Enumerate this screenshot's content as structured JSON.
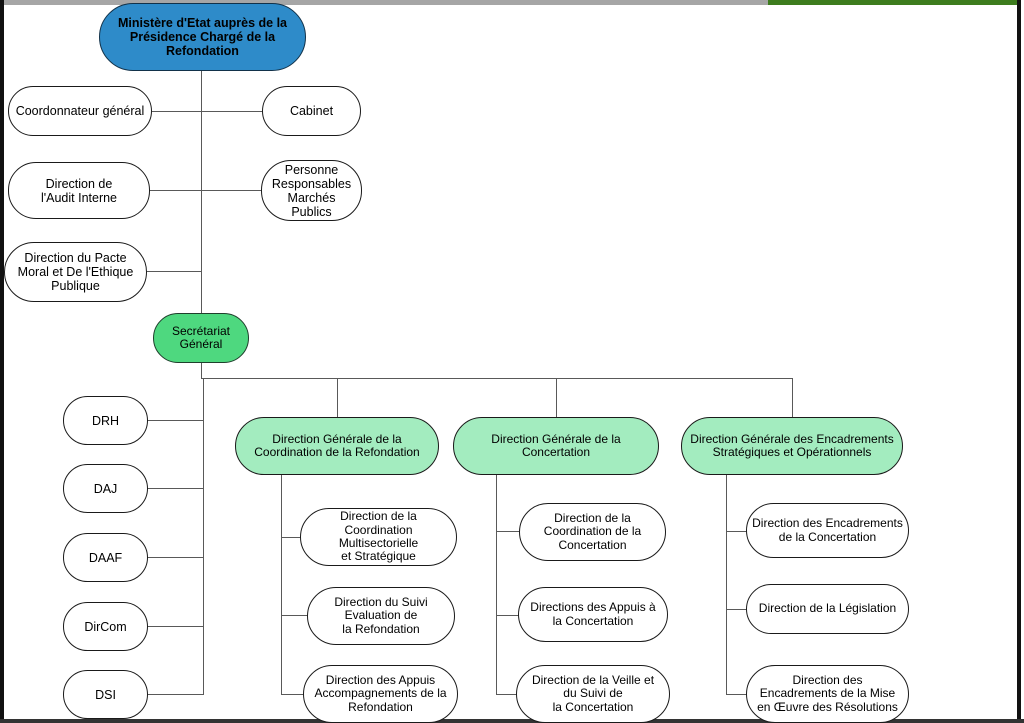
{
  "document": {
    "title": "Organigramme - Ministère d'Etat auprès de la Présidence Chargé de la Refondation",
    "frame": {
      "top_bar_color": "#a6a6a6",
      "top_bar_accent_color": "#3d7c1e",
      "border_color": "#111111"
    }
  },
  "colors": {
    "root_fill": "#2e8bc9",
    "secretariat_fill": "#4ed87f",
    "direction_generale_fill": "#a3ecbf",
    "node_fill": "#ffffff",
    "line": "#595959",
    "text": "#000000"
  },
  "chart_data": {
    "type": "diagram",
    "title": "Organigramme du Ministère d'Etat auprès de la Présidence Chargé de la Refondation",
    "nodes": [
      {
        "id": "root",
        "label": "Ministère d'Etat auprès de la\nPrésidence Chargé de la\nRefondation",
        "level": 0,
        "fill": "#2e8bc9"
      },
      {
        "id": "coordonnateur",
        "label": "Coordonnateur général",
        "level": 1,
        "fill": "#ffffff"
      },
      {
        "id": "cabinet",
        "label": "Cabinet",
        "level": 1,
        "fill": "#ffffff"
      },
      {
        "id": "audit",
        "label": "Direction de\nl'Audit Interne",
        "level": 1,
        "fill": "#ffffff"
      },
      {
        "id": "prmp",
        "label": "Personne\nResponsables\nMarchés Publics",
        "level": 1,
        "fill": "#ffffff"
      },
      {
        "id": "pacte",
        "label": "Direction du Pacte\nMoral et De l'Ethique\nPublique",
        "level": 1,
        "fill": "#ffffff"
      },
      {
        "id": "sg",
        "label": "Secrétariat\nGénéral",
        "level": 1,
        "fill": "#4ed87f"
      },
      {
        "id": "drh",
        "label": "DRH",
        "level": 2,
        "fill": "#ffffff"
      },
      {
        "id": "daj",
        "label": "DAJ",
        "level": 2,
        "fill": "#ffffff"
      },
      {
        "id": "daaf",
        "label": "DAAF",
        "level": 2,
        "fill": "#ffffff"
      },
      {
        "id": "dircom",
        "label": "DirCom",
        "level": 2,
        "fill": "#ffffff"
      },
      {
        "id": "dsi",
        "label": "DSI",
        "level": 2,
        "fill": "#ffffff"
      },
      {
        "id": "dg1",
        "label": "Direction Générale de la\nCoordination de la Refondation",
        "level": 2,
        "fill": "#a3ecbf"
      },
      {
        "id": "dg2",
        "label": "Direction Générale de la\nConcertation",
        "level": 2,
        "fill": "#a3ecbf"
      },
      {
        "id": "dg3",
        "label": "Direction Générale des Encadrements\nStratégiques et Opérationnels",
        "level": 2,
        "fill": "#a3ecbf"
      },
      {
        "id": "dg1a",
        "label": "Direction de la\nCoordination Multisectorielle\net Stratégique",
        "level": 3,
        "fill": "#ffffff"
      },
      {
        "id": "dg1b",
        "label": "Direction du Suivi\nEvaluation de\nla Refondation",
        "level": 3,
        "fill": "#ffffff"
      },
      {
        "id": "dg1c",
        "label": "Direction des Appuis\nAccompagnements de la\nRefondation",
        "level": 3,
        "fill": "#ffffff"
      },
      {
        "id": "dg2a",
        "label": "Direction de la\nCoordination de la\nConcertation",
        "level": 3,
        "fill": "#ffffff"
      },
      {
        "id": "dg2b",
        "label": "Directions des Appuis à\nla Concertation",
        "level": 3,
        "fill": "#ffffff"
      },
      {
        "id": "dg2c",
        "label": "Direction de la Veille et\ndu Suivi de\nla Concertation",
        "level": 3,
        "fill": "#ffffff"
      },
      {
        "id": "dg3a",
        "label": "Direction des Encadrements\nde la Concertation",
        "level": 3,
        "fill": "#ffffff"
      },
      {
        "id": "dg3b",
        "label": "Direction de la Législation",
        "level": 3,
        "fill": "#ffffff"
      },
      {
        "id": "dg3c",
        "label": "Direction des\nEncadrements de la Mise\nen Œuvre des Résolutions",
        "level": 3,
        "fill": "#ffffff"
      }
    ],
    "edges": [
      {
        "from": "root",
        "to": "coordonnateur"
      },
      {
        "from": "root",
        "to": "cabinet"
      },
      {
        "from": "root",
        "to": "audit"
      },
      {
        "from": "root",
        "to": "prmp"
      },
      {
        "from": "root",
        "to": "pacte"
      },
      {
        "from": "root",
        "to": "sg"
      },
      {
        "from": "sg",
        "to": "drh"
      },
      {
        "from": "sg",
        "to": "daj"
      },
      {
        "from": "sg",
        "to": "daaf"
      },
      {
        "from": "sg",
        "to": "dircom"
      },
      {
        "from": "sg",
        "to": "dsi"
      },
      {
        "from": "sg",
        "to": "dg1"
      },
      {
        "from": "sg",
        "to": "dg2"
      },
      {
        "from": "sg",
        "to": "dg3"
      },
      {
        "from": "dg1",
        "to": "dg1a"
      },
      {
        "from": "dg1",
        "to": "dg1b"
      },
      {
        "from": "dg1",
        "to": "dg1c"
      },
      {
        "from": "dg2",
        "to": "dg2a"
      },
      {
        "from": "dg2",
        "to": "dg2b"
      },
      {
        "from": "dg2",
        "to": "dg2c"
      },
      {
        "from": "dg3",
        "to": "dg3a"
      },
      {
        "from": "dg3",
        "to": "dg3b"
      },
      {
        "from": "dg3",
        "to": "dg3c"
      }
    ]
  },
  "org": {
    "root": {
      "label": "Ministère d'Etat auprès de la\nPrésidence Chargé de la\nRefondation"
    },
    "staff_left": [
      {
        "label": "Coordonnateur général"
      },
      {
        "label": "Direction de\nl'Audit Interne"
      },
      {
        "label": "Direction du Pacte\nMoral et De l'Ethique\nPublique"
      }
    ],
    "staff_right": [
      {
        "label": "Cabinet"
      },
      {
        "label": "Personne\nResponsables\nMarchés Publics"
      }
    ],
    "secretariat": {
      "label": "Secrétariat\nGénéral"
    },
    "support_directions": [
      {
        "label": "DRH"
      },
      {
        "label": "DAJ"
      },
      {
        "label": "DAAF"
      },
      {
        "label": "DirCom"
      },
      {
        "label": "DSI"
      }
    ],
    "directions_generales": [
      {
        "label": "Direction Générale de la\nCoordination de la Refondation",
        "children": [
          {
            "label": "Direction de la\nCoordination Multisectorielle\net Stratégique"
          },
          {
            "label": "Direction du Suivi\nEvaluation de\nla Refondation"
          },
          {
            "label": "Direction des Appuis\nAccompagnements de la\nRefondation"
          }
        ]
      },
      {
        "label": "Direction Générale de la\nConcertation",
        "children": [
          {
            "label": "Direction de la\nCoordination de la\nConcertation"
          },
          {
            "label": "Directions des Appuis à\nla Concertation"
          },
          {
            "label": "Direction de la Veille et\ndu Suivi de\nla Concertation"
          }
        ]
      },
      {
        "label": "Direction Générale des Encadrements\nStratégiques et Opérationnels",
        "children": [
          {
            "label": "Direction des Encadrements\nde la Concertation"
          },
          {
            "label": "Direction de la Législation"
          },
          {
            "label": "Direction des\nEncadrements de la Mise\nen Œuvre des Résolutions"
          }
        ]
      }
    ]
  }
}
